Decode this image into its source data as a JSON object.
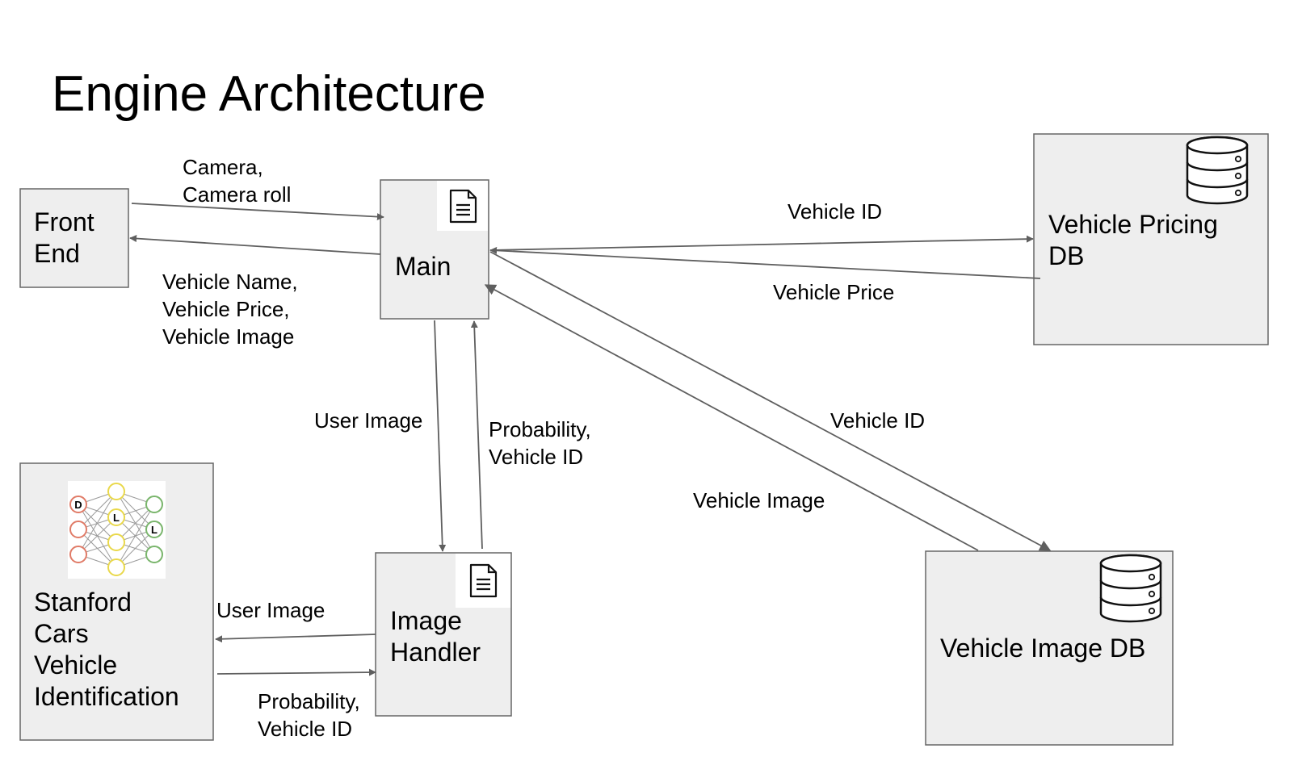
{
  "title": "Engine Architecture",
  "nodes": {
    "front_end": {
      "lines": [
        "Front",
        "End"
      ]
    },
    "main": {
      "lines": [
        "Main"
      ],
      "icon": "document-icon"
    },
    "pricing_db": {
      "lines": [
        "Vehicle Pricing",
        "DB"
      ],
      "icon": "database-icon"
    },
    "image_handler": {
      "lines": [
        "Image",
        "Handler"
      ],
      "icon": "document-icon"
    },
    "stanford": {
      "lines": [
        "Stanford",
        "Cars",
        "Vehicle",
        "Identification"
      ],
      "icon": "neural-network-icon",
      "icon_letters": [
        "D",
        "L",
        "L"
      ]
    },
    "image_db": {
      "lines": [
        "Vehicle Image DB"
      ],
      "icon": "database-icon"
    }
  },
  "edges": {
    "frontend_to_main": {
      "lines": [
        "Camera,",
        "Camera roll"
      ]
    },
    "main_to_frontend": {
      "lines": [
        "Vehicle Name,",
        "Vehicle Price,",
        "Vehicle Image"
      ]
    },
    "main_to_pricing": {
      "lines": [
        "Vehicle ID"
      ]
    },
    "pricing_to_main": {
      "lines": [
        "Vehicle Price"
      ]
    },
    "main_to_handler": {
      "lines": [
        "User Image"
      ]
    },
    "handler_to_main": {
      "lines": [
        "Probability,",
        "Vehicle ID"
      ]
    },
    "main_to_imagedb": {
      "lines": [
        "Vehicle ID"
      ]
    },
    "imagedb_to_main": {
      "lines": [
        "Vehicle Image"
      ]
    },
    "handler_to_stanford": {
      "lines": [
        "User Image"
      ]
    },
    "stanford_to_handler": {
      "lines": [
        "Probability,",
        "Vehicle ID"
      ]
    }
  },
  "colors": {
    "box_fill": "#eeeeee",
    "box_stroke": "#666666",
    "edge": "#5f5f5f",
    "nn_input": "#e07b67",
    "nn_hidden": "#e9d84a",
    "nn_output": "#79b56b"
  }
}
